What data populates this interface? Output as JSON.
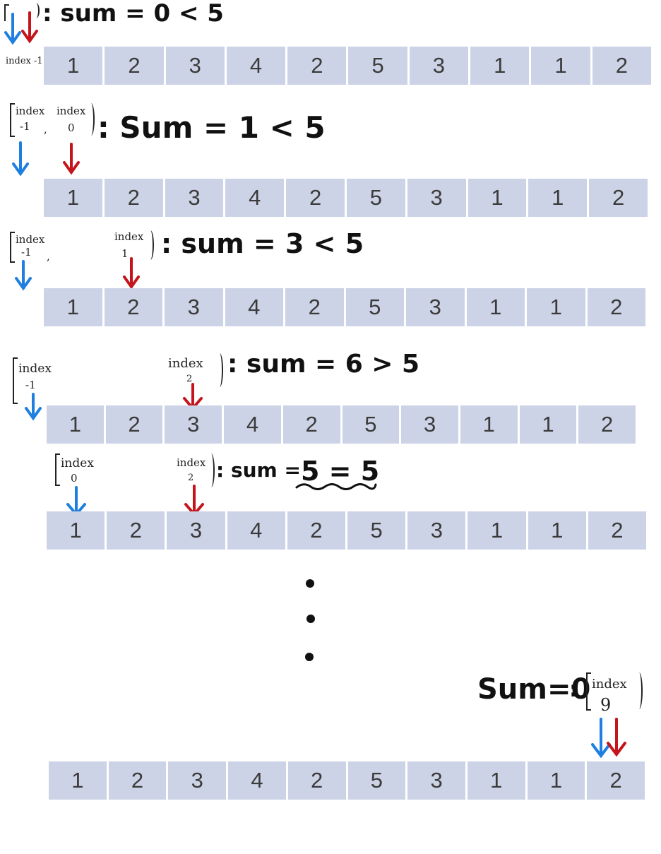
{
  "array_values": [
    1,
    2,
    3,
    4,
    2,
    5,
    3,
    1,
    1,
    2
  ],
  "index_word": "index",
  "colors": {
    "cell": "#cdd3e6",
    "left_pointer": "#1e7fe0",
    "right_pointer": "#c4151c"
  },
  "steps": [
    {
      "left_index": "",
      "right_index": "",
      "side_label": "index -1",
      "sum_text": ": sum = 0 < 5"
    },
    {
      "left_index": "-1",
      "right_index": "0",
      "comma": ",",
      "sum_text": ": Sum = 1 < 5"
    },
    {
      "left_index": "-1",
      "right_index": "1",
      "comma": ",",
      "sum_text": ": sum = 3 < 5"
    },
    {
      "left_index": "-1",
      "right_index": "2",
      "sum_text": ": sum = 6 > 5"
    },
    {
      "left_index": "0",
      "right_index": "2",
      "sum_prefix": ": sum =",
      "sum_result": "5 = 5"
    },
    {
      "sum_text": "Sum=0",
      "separator": ":",
      "both_index": "9"
    }
  ],
  "ellipsis": [
    "•",
    "•",
    "•"
  ]
}
